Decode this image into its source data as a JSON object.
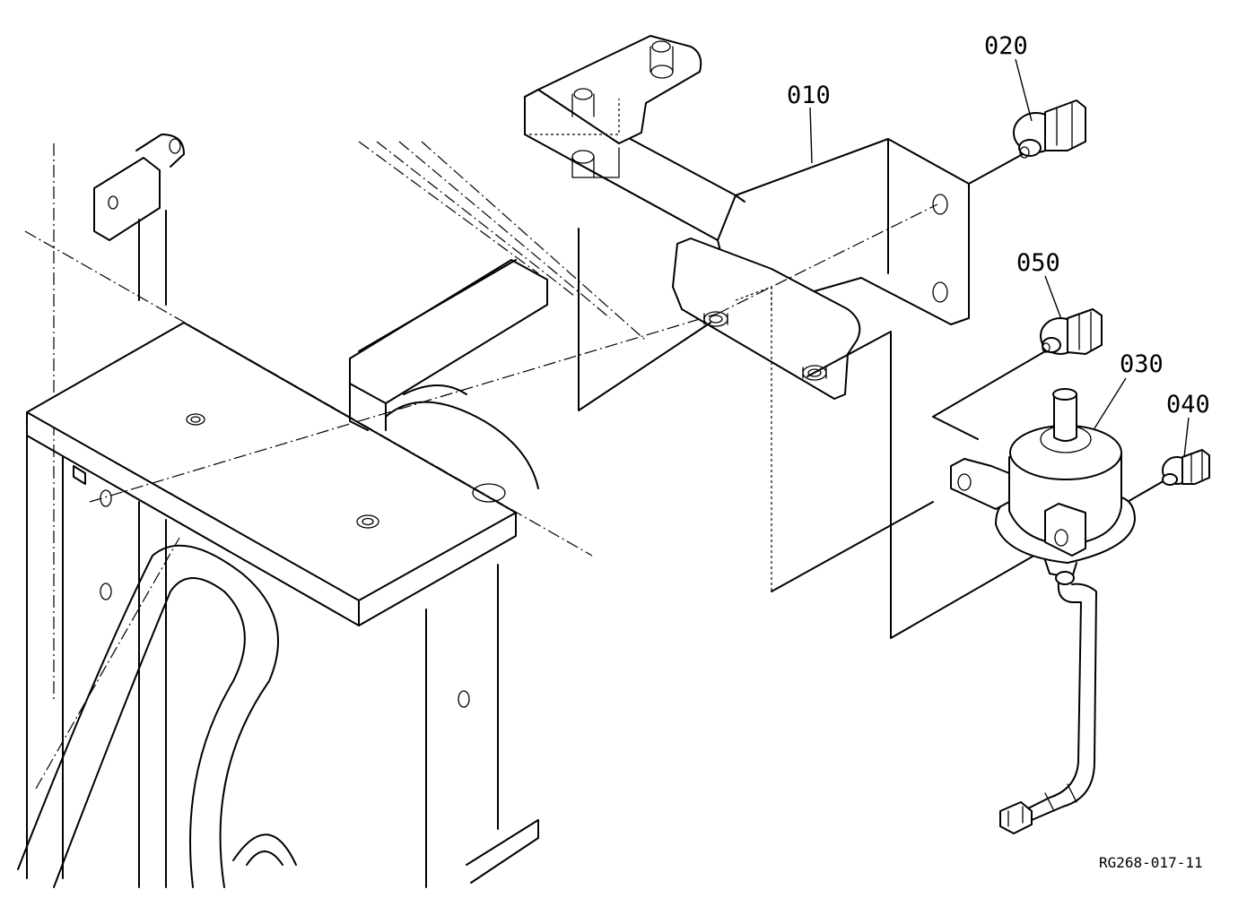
{
  "callouts": {
    "c010": "010",
    "c020": "020",
    "c030": "030",
    "c040": "040",
    "c050": "050"
  },
  "reference_code": "RG268-017-11"
}
